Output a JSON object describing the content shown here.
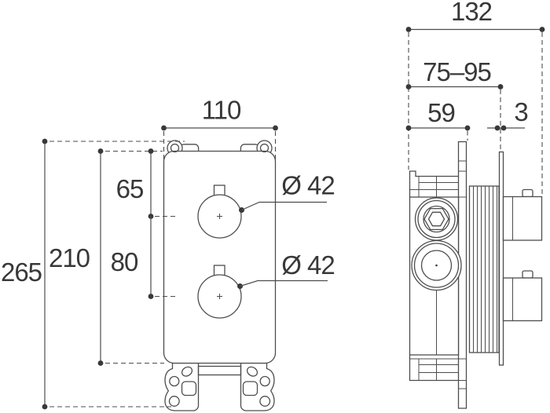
{
  "front": {
    "width": "110",
    "total_height": "265",
    "plate_height": "210",
    "knob_offset_top": "65",
    "knob_spacing": "80",
    "knob_top_diameter": "Ø 42",
    "knob_bottom_diameter": "Ø 42"
  },
  "side": {
    "total_depth": "132",
    "depth_range": "75–95",
    "body_depth": "59",
    "plate_thickness": "3"
  },
  "colors": {
    "line": "#4d4d4d",
    "text": "#383838",
    "background": "#ffffff"
  }
}
